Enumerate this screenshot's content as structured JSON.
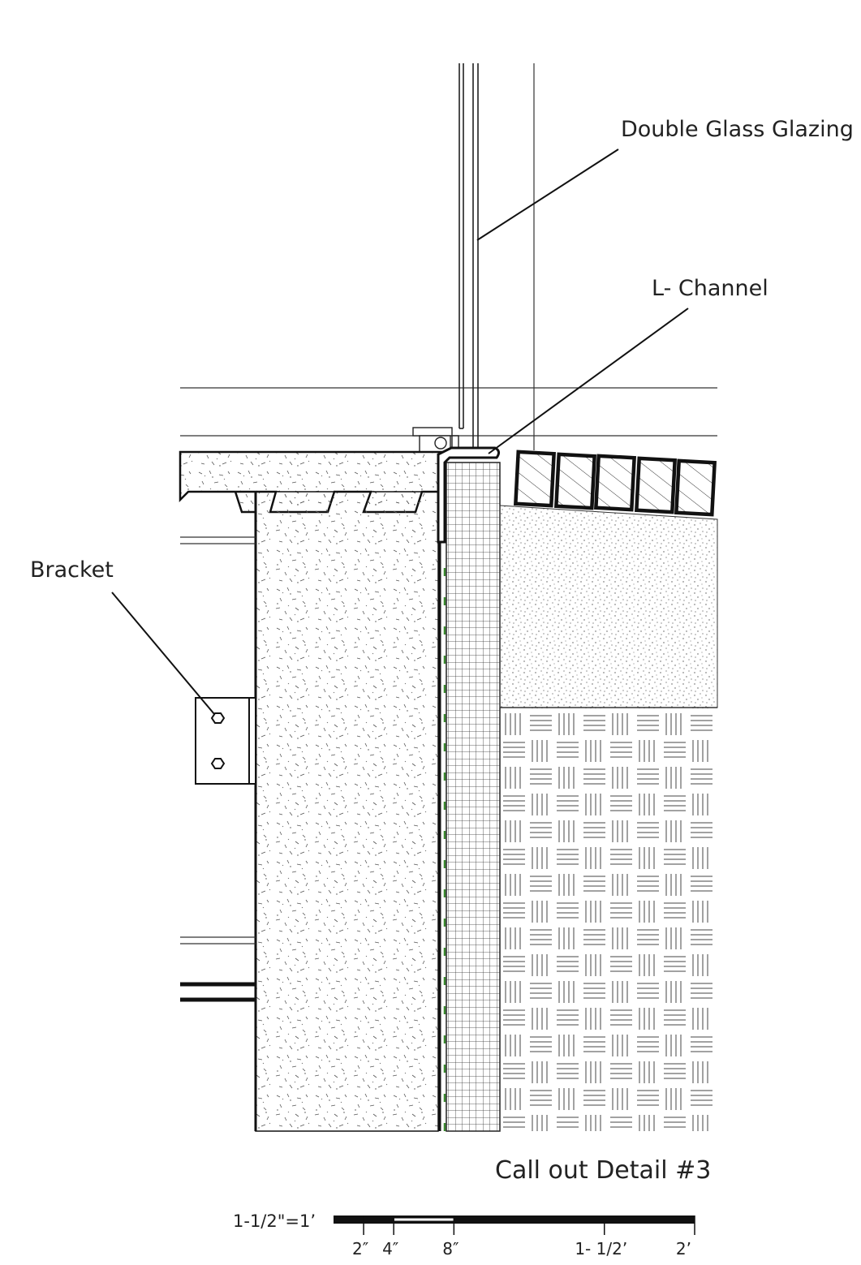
{
  "callouts": {
    "glazing": "Double Glass Glazing",
    "channel": "L- Channel",
    "bracket": "Bracket"
  },
  "detail_title": "Call out Detail #3",
  "scale_bar": {
    "ratio_label": "1-1/2\"=1’",
    "ticks": [
      {
        "label": "2″",
        "inches": 2
      },
      {
        "label": "4″",
        "inches": 4
      },
      {
        "label": "8″",
        "inches": 8
      },
      {
        "label": "1- 1/2’",
        "inches": 18
      },
      {
        "label": "2’",
        "inches": 24
      }
    ]
  }
}
